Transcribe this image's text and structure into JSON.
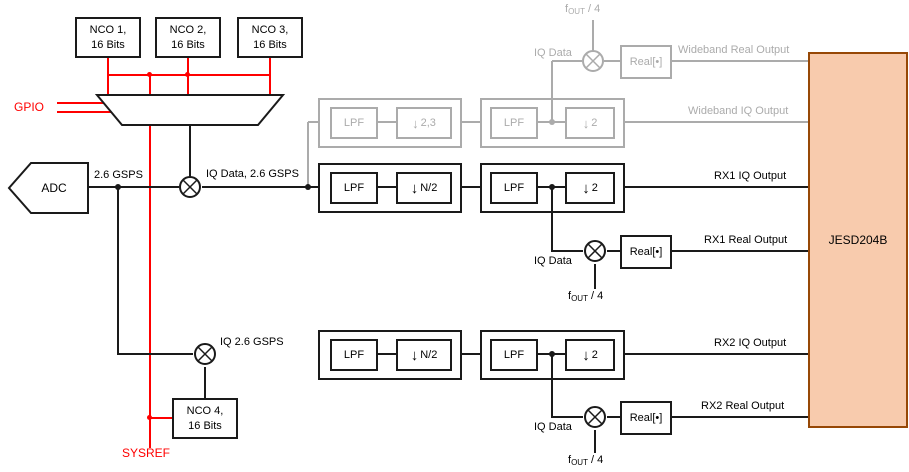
{
  "colors": {
    "wire": "#1a1a1a",
    "sync_red": "#ff0000",
    "wideband_gray": "#ababab",
    "jesd_fill": "#f8cbad",
    "jesd_border": "#974806"
  },
  "ncos": [
    {
      "line1": "NCO 1,",
      "line2": "16 Bits"
    },
    {
      "line1": "NCO 2,",
      "line2": "16 Bits"
    },
    {
      "line1": "NCO 3,",
      "line2": "16 Bits"
    },
    {
      "line1": "NCO 4,",
      "line2": "16 Bits"
    }
  ],
  "io": {
    "gpio": "GPIO",
    "sysref": "SYSREF",
    "adc": "ADC",
    "adc_rate": "2.6 GSPS"
  },
  "mixers": {
    "rx1_input": "IQ Data, 2.6 GSPS",
    "rx2_input": "IQ 2.6 GSPS",
    "iq_data": "IQ Data"
  },
  "fout": {
    "prefix": "f",
    "sub": "OUT",
    "suffix": " / 4"
  },
  "blocks": {
    "lpf": "LPF",
    "real": "Real[•]",
    "dec_23": "2,3",
    "dec_n2": "N/2",
    "dec_2": "2"
  },
  "icons": {
    "down_arrow": "↓"
  },
  "outputs": {
    "wideband_real": "Wideband Real Output",
    "wideband_iq": "Wideband IQ Output",
    "rx1_iq": "RX1 IQ Output",
    "rx1_real": "RX1 Real Output",
    "rx2_iq": "RX2 IQ Output",
    "rx2_real": "RX2 Real Output"
  },
  "jesd": {
    "label": "JESD204B"
  }
}
